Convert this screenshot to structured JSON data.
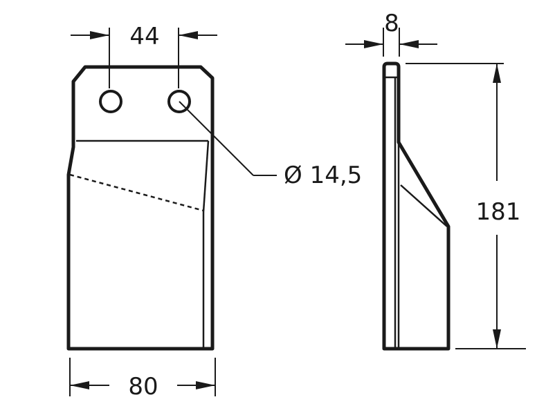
{
  "drawing": {
    "dim_hole_spacing": "44",
    "dim_thickness": "8",
    "dim_hole_diameter": "Ø 14,5",
    "dim_height": "181",
    "dim_width": "80"
  },
  "colors": {
    "line": "#1a1a1a",
    "background": "#ffffff"
  }
}
